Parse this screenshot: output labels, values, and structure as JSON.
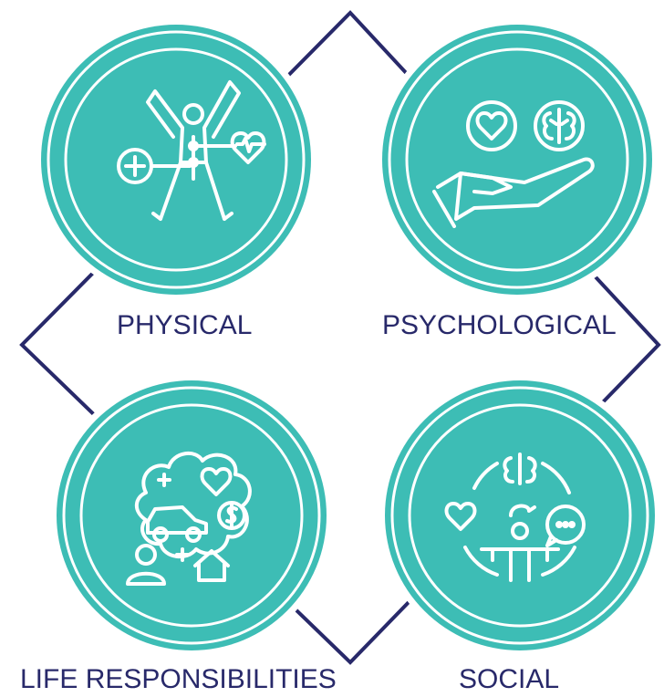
{
  "diagram": {
    "colors": {
      "teal": "#3dbdb5",
      "navy": "#28296a",
      "white": "#ffffff"
    },
    "quadrants": [
      {
        "id": "physical",
        "label": "PHYSICAL",
        "icon": "body-heart-health-icon"
      },
      {
        "id": "psychological",
        "label": "PSYCHOLOGICAL",
        "icon": "hand-heart-brain-icon"
      },
      {
        "id": "life",
        "label": "LIFE RESPONSIBILITIES",
        "icon": "life-responsibilities-icon"
      },
      {
        "id": "social",
        "label": "SOCIAL",
        "icon": "social-person-brain-chat-icon"
      }
    ]
  }
}
